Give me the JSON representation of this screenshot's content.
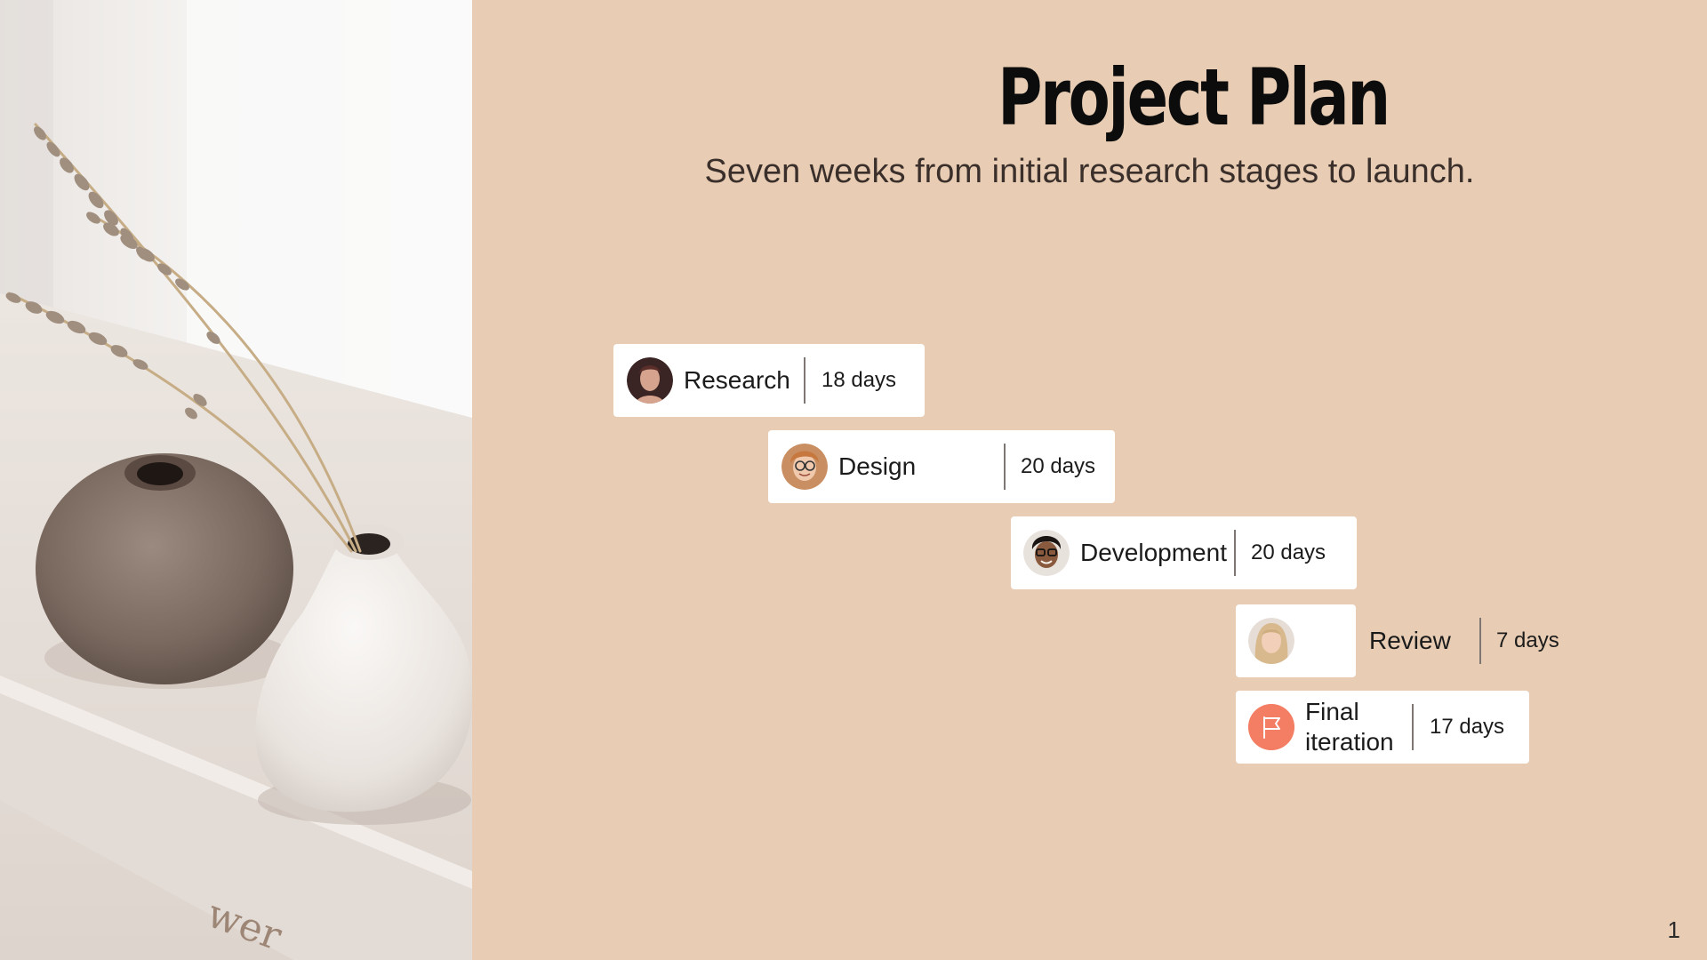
{
  "slide": {
    "title": "Project Plan",
    "subtitle": "Seven weeks from initial research stages to launch.",
    "page_number": "1"
  },
  "photo": {
    "icon": "vases-with-dried-lavender-photo",
    "engraving": "wer"
  },
  "tasks": [
    {
      "label": "Research",
      "duration": "18 days",
      "avatar": "woman-portrait-avatar"
    },
    {
      "label": "Design",
      "duration": "20 days",
      "avatar": "woman-with-glasses-avatar"
    },
    {
      "label": "Development",
      "duration": "20 days",
      "avatar": "man-with-glasses-avatar"
    },
    {
      "label": "Review",
      "duration": "7 days",
      "avatar": "blonde-woman-avatar"
    },
    {
      "label": "Final iteration",
      "duration": "17 days",
      "avatar": "flag-icon"
    }
  ],
  "colors": {
    "background": "#e8cdb4",
    "card": "#ffffff",
    "flag_accent": "#f47e64",
    "title": "#0c0c0c"
  }
}
